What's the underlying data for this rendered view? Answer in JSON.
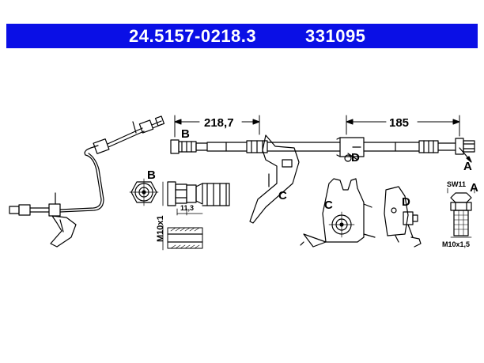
{
  "header": {
    "part_number": "24.5157-0218.3",
    "reference_number": "331095"
  },
  "dimensions": {
    "length_left": "218,7",
    "length_right": "185",
    "thread_b": "M10x1",
    "hex_depth_b": "11,3",
    "wrench_size_a": "SW11",
    "thread_a": "M10x1,5"
  },
  "view_labels": {
    "a": "A",
    "b": "B",
    "c": "C",
    "d": "D"
  },
  "colors": {
    "banner": "#0A0FE6",
    "banner_text": "#FFFFFF",
    "line": "#000000"
  }
}
